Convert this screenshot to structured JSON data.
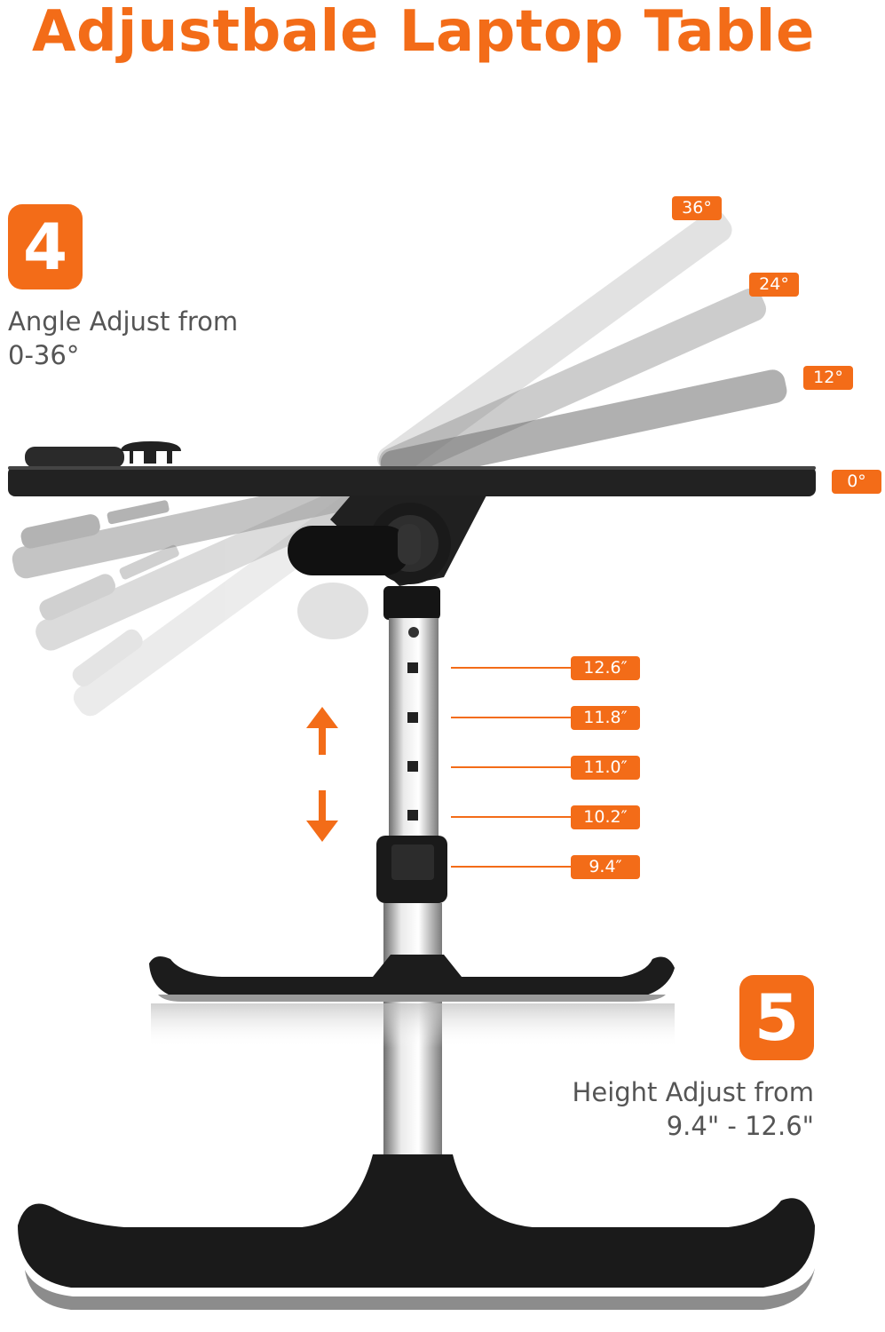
{
  "title": "Adjustbale Laptop Table",
  "angle_section": {
    "number": "4",
    "caption_line1": "Angle Adjust from",
    "caption_line2": "0-36°",
    "angles": [
      "36°",
      "24°",
      "12°",
      "0°"
    ]
  },
  "height_section": {
    "number": "5",
    "caption_line1": "Height Adjust from",
    "caption_line2": "9.4\" - 12.6\"",
    "heights": [
      "12.6″",
      "11.8″",
      "11.0″",
      "10.2″",
      "9.4″"
    ]
  },
  "colors": {
    "accent": "#f36c18",
    "tabletop": "#222222",
    "caption": "#555555"
  }
}
